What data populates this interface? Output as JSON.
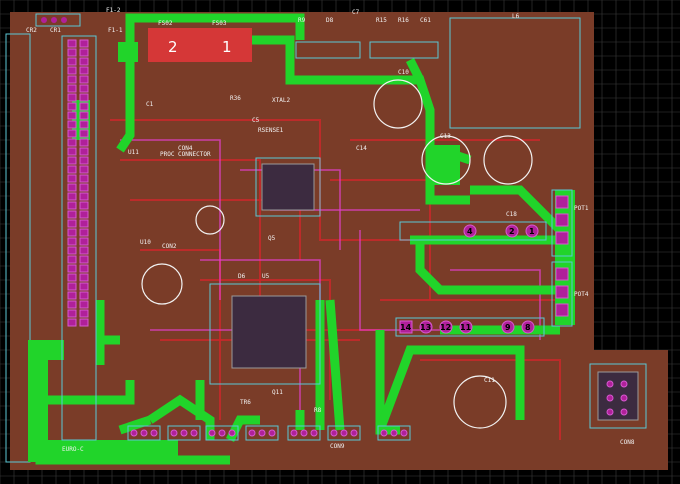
{
  "colors": {
    "background": "#000000",
    "grid": "#3d3d3d",
    "board": "#7a3c28",
    "copper_top": "#21d42a",
    "copper_bottom": "#c8282a",
    "pad": "#b0209a",
    "silkscreen": "#f2f2f2",
    "outline": "#5bc7d6",
    "magenta_trace": "#e040c8"
  },
  "labels": {
    "cr1": "CR1",
    "cr2": "CR2",
    "f1_2": "F1-2",
    "f1_1": "F1-1",
    "fs02": "FS02",
    "fs03": "FS03",
    "fuse2": "2",
    "fuse1": "1",
    "r9": "R9",
    "d8": "D8",
    "c7": "C7",
    "r15": "R15",
    "r16": "R16",
    "c61": "C61",
    "l6": "L6",
    "c13": "C13",
    "c10": "C10",
    "c1x": "C1",
    "c5x": "C5",
    "r36": "R36",
    "rsense1": "RSENSE1",
    "xtal": "XTAL2",
    "con4": "CON4",
    "proc_connector": "PROC CONNECTOR",
    "u11": "U11",
    "u10": "U10",
    "con2": "CON2",
    "u5": "U5",
    "q11": "Q11",
    "tr6": "TR6",
    "c14": "C14",
    "c18": "C18",
    "c11": "C11",
    "r8": "R8",
    "euro_c": "EURO-C",
    "con8": "CON8",
    "con9": "CON9",
    "d6": "D6",
    "q5": "Q5",
    "pot1": "POT1",
    "pot4": "POT4",
    "pad_4": "4",
    "pad_2": "2",
    "pad_1": "1",
    "pad_14": "14",
    "pad_13": "13",
    "pad_12": "12",
    "pad_11": "11",
    "pad_9": "9",
    "pad_8": "8"
  }
}
